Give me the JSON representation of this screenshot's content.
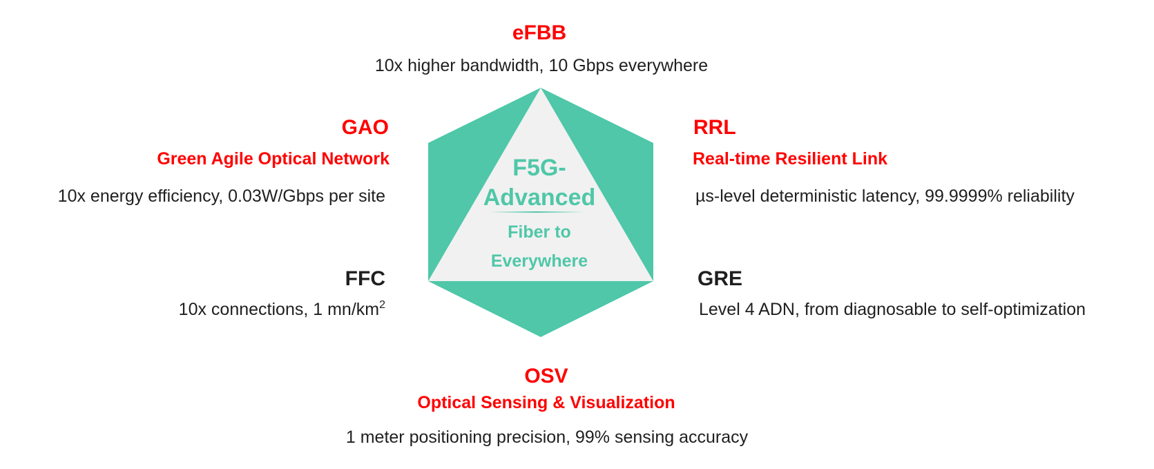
{
  "colors": {
    "accent_green": "#4fc7a8",
    "triangle_fill": "#f1f1f1",
    "highlight_red": "#ff0000",
    "text_dark": "#1f1f1f"
  },
  "hub": {
    "title_line1": "F5G-",
    "title_line2": "Advanced",
    "subtitle_line1": "Fiber to",
    "subtitle_line2": "Everywhere"
  },
  "pillars": {
    "top": {
      "code": "eFBB",
      "full_name": "",
      "description": "10x higher bandwidth, 10 Gbps everywhere",
      "highlighted": true
    },
    "upper_left": {
      "code": "GAO",
      "full_name": "Green Agile Optical Network",
      "description": "10x energy efficiency, 0.03W/Gbps per site",
      "highlighted": true
    },
    "upper_right": {
      "code": "RRL",
      "full_name": "Real-time Resilient Link",
      "description": "µs-level deterministic latency, 99.9999% reliability",
      "highlighted": true
    },
    "lower_left": {
      "code": "FFC",
      "full_name": "",
      "description": "10x connections, 1 mn/km",
      "description_superscript": "2",
      "highlighted": false
    },
    "lower_right": {
      "code": "GRE",
      "full_name": "",
      "description": "Level 4 ADN, from diagnosable to self-optimization",
      "highlighted": false
    },
    "bottom": {
      "code": "OSV",
      "full_name": "Optical Sensing & Visualization",
      "description": "1 meter positioning precision, 99% sensing accuracy",
      "highlighted": true
    }
  }
}
